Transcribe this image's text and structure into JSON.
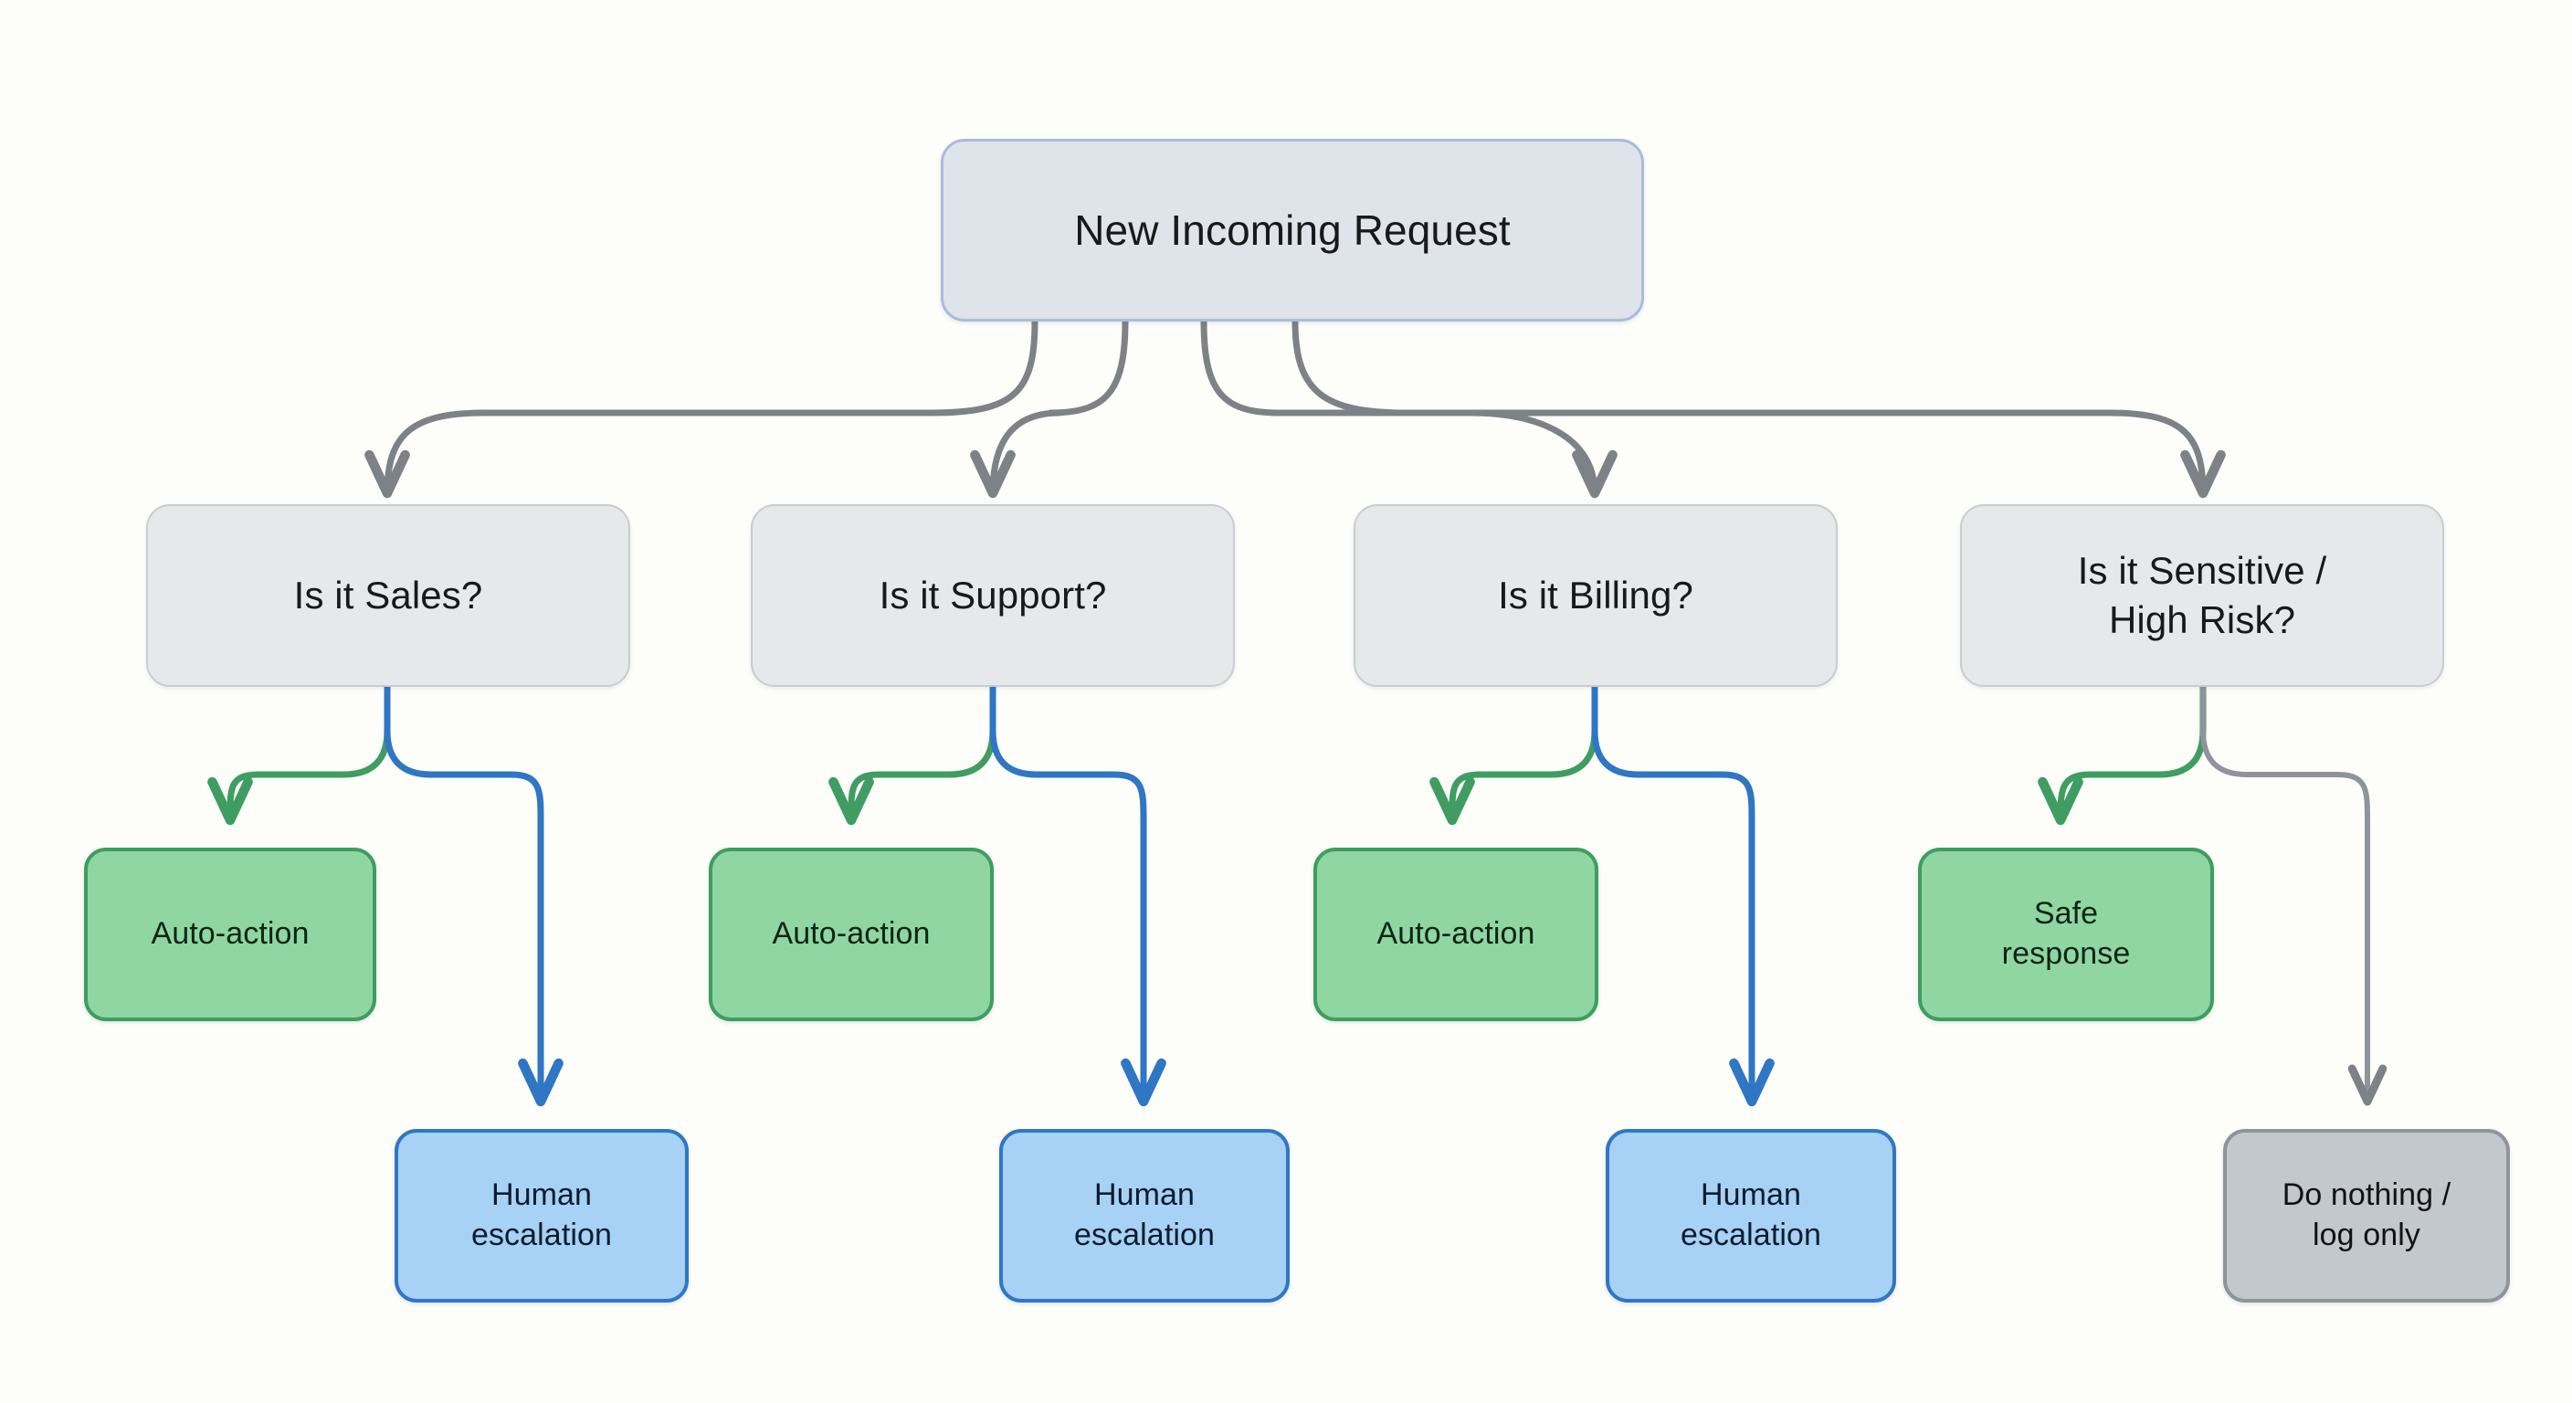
{
  "diagram": {
    "type": "flowchart",
    "background_color": "#fdfdfa",
    "root": {
      "label": "New Incoming Request",
      "fill": "#dfe3ea",
      "stroke": "#a8bcdc"
    },
    "branches": [
      {
        "decision": "Is it Sales?",
        "outcomes": [
          {
            "label": "Auto-action",
            "kind": "green",
            "edge_color": "#3f9d62"
          },
          {
            "label": "Human\nescalation",
            "kind": "blue",
            "edge_color": "#2f76c4"
          }
        ]
      },
      {
        "decision": "Is it Support?",
        "outcomes": [
          {
            "label": "Auto-action",
            "kind": "green",
            "edge_color": "#3f9d62"
          },
          {
            "label": "Human\nescalation",
            "kind": "blue",
            "edge_color": "#2f76c4"
          }
        ]
      },
      {
        "decision": "Is it Billing?",
        "outcomes": [
          {
            "label": "Auto-action",
            "kind": "green",
            "edge_color": "#3f9d62"
          },
          {
            "label": "Human\nescalation",
            "kind": "blue",
            "edge_color": "#2f76c4"
          }
        ]
      },
      {
        "decision": "Is it Sensitive /\nHigh Risk?",
        "outcomes": [
          {
            "label": "Safe\nresponse",
            "kind": "green",
            "edge_color": "#3f9d62"
          },
          {
            "label": "Do nothing /\nlog only",
            "kind": "grey",
            "edge_color": "#8d949b"
          }
        ]
      }
    ],
    "colors": {
      "green_fill": "#8fd6a2",
      "green_stroke": "#3f9d62",
      "blue_fill": "#a7d2f5",
      "blue_stroke": "#2f76c4",
      "grey_fill": "#c3c8cd",
      "grey_stroke": "#8d949b",
      "decision_fill": "#e6e8ea",
      "decision_stroke": "#c9cdd1",
      "root_edge": "#7d8287"
    }
  }
}
